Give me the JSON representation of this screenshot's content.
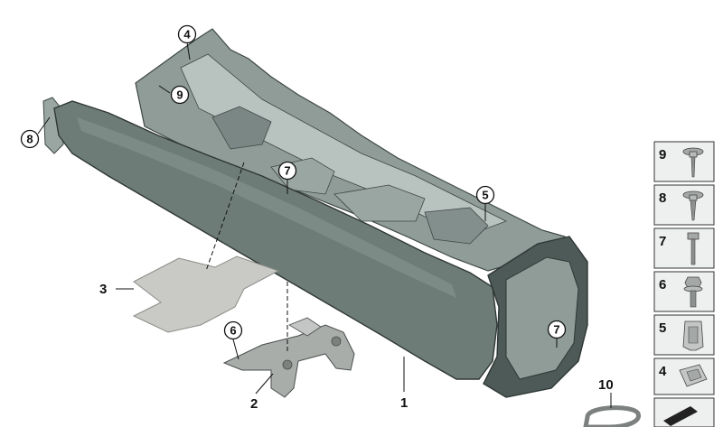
{
  "diagram": {
    "callouts": {
      "c4": "4",
      "c9": "9",
      "c8": "8",
      "c7a": "7",
      "c5": "5",
      "c7b": "7",
      "c6": "6",
      "c3": "3",
      "c2": "2",
      "c1": "1",
      "c10": "10"
    },
    "legend": {
      "items": [
        {
          "number": "9",
          "icon": "screw-washer-icon"
        },
        {
          "number": "8",
          "icon": "screw-washer-icon"
        },
        {
          "number": "7",
          "icon": "hex-bolt-icon"
        },
        {
          "number": "6",
          "icon": "flange-bolt-icon"
        },
        {
          "number": "5",
          "icon": "clip-nut-icon"
        },
        {
          "number": "4",
          "icon": "retaining-clip-icon"
        }
      ]
    },
    "colors": {
      "console": "#6e7c78",
      "console_dark": "#4d5a57",
      "frame": "#8f9c98",
      "pad": "#c9cac6",
      "bracket": "#a9adaa",
      "legend_bg": "#eef0ef"
    }
  }
}
